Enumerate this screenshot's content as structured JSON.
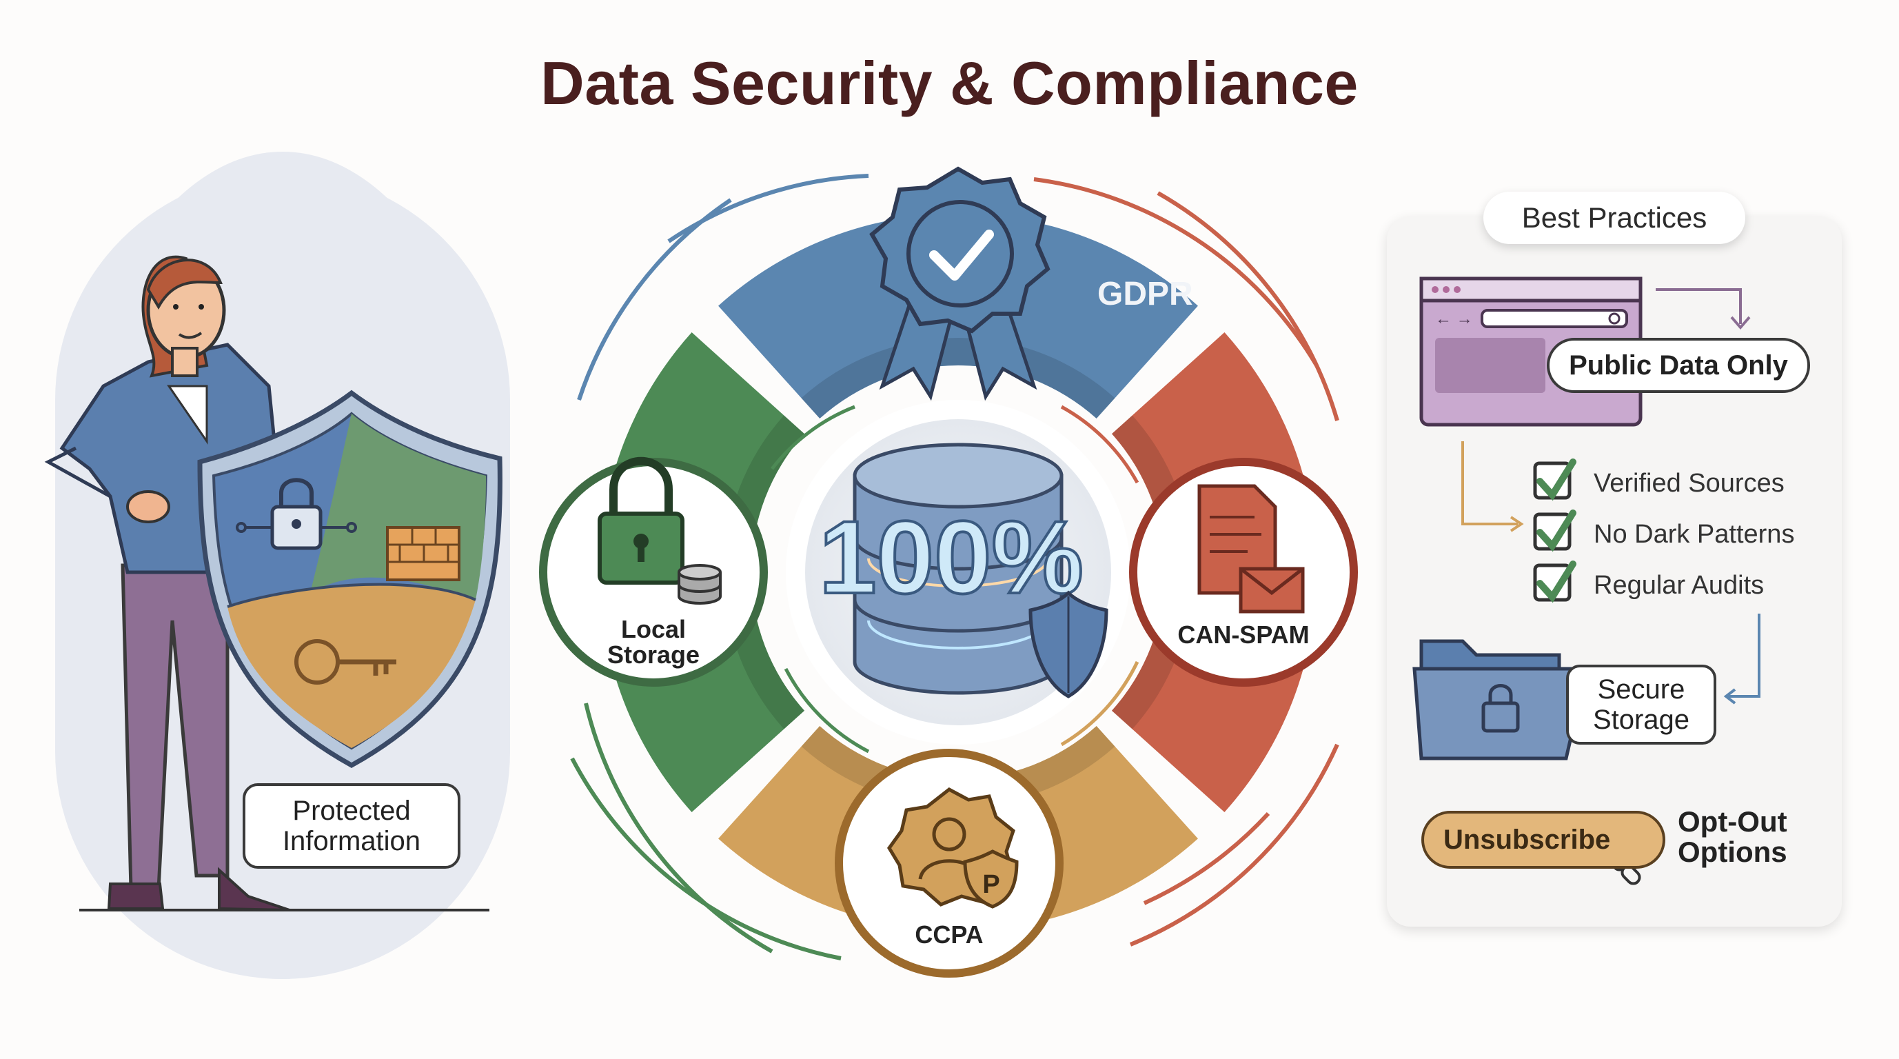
{
  "title": "Data Security & Compliance",
  "left": {
    "protected_label_line1": "Protected",
    "protected_label_line2": "Information"
  },
  "cycle": {
    "center_value": "100%",
    "segments": [
      {
        "label": "GDPR",
        "color": "#5b86b0"
      },
      {
        "label": "CAN-SPAM",
        "color": "#c9614a"
      },
      {
        "label": "CCPA",
        "color": "#d2a15c"
      },
      {
        "label": "Local Storage",
        "color": "#4d8a55"
      }
    ],
    "local_storage_line1": "Local",
    "local_storage_line2": "Storage"
  },
  "best_practices": {
    "heading": "Best Practices",
    "public_data": "Public Data Only",
    "checks": [
      "Verified Sources",
      "No Dark Patterns",
      "Regular Audits"
    ],
    "secure_line1": "Secure",
    "secure_line2": "Storage",
    "unsubscribe": "Unsubscribe",
    "optout_line1": "Opt-Out",
    "optout_line2": "Options"
  },
  "icons": [
    "shield-icon",
    "padlock-icon",
    "firewall-icon",
    "key-icon",
    "award-badge-icon",
    "database-icon",
    "document-icon",
    "envelope-icon",
    "privacy-badge-icon",
    "browser-icon",
    "folder-lock-icon",
    "checkbox-icon",
    "link-icon"
  ]
}
